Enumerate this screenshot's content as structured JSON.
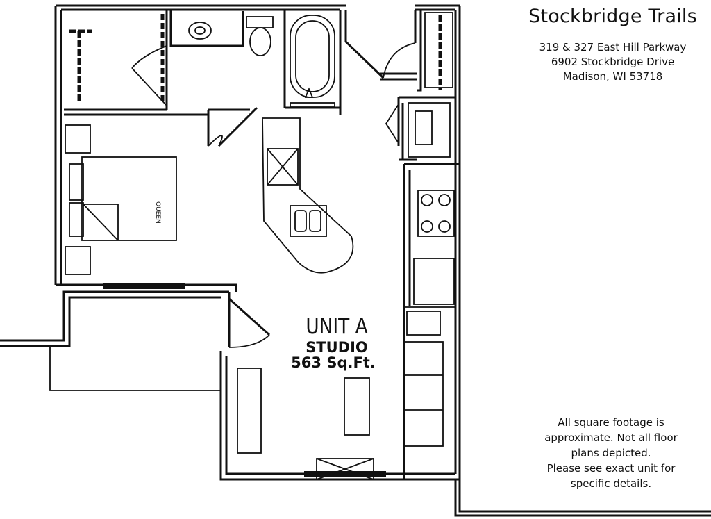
{
  "header": {
    "title": "Stockbridge Trails",
    "address_lines": [
      "319 & 327 East Hill Parkway",
      "6902 Stockbridge Drive",
      "Madison, WI 53718"
    ]
  },
  "plan": {
    "unit_name": "UNIT A",
    "unit_type": "STUDIO",
    "area": "563 Sq.Ft.",
    "bed_label": "QUEEN"
  },
  "disclaimer": {
    "lines": [
      "All square footage is",
      "approximate. Not all floor",
      "plans depicted.",
      "Please see exact unit for",
      "specific details."
    ]
  }
}
